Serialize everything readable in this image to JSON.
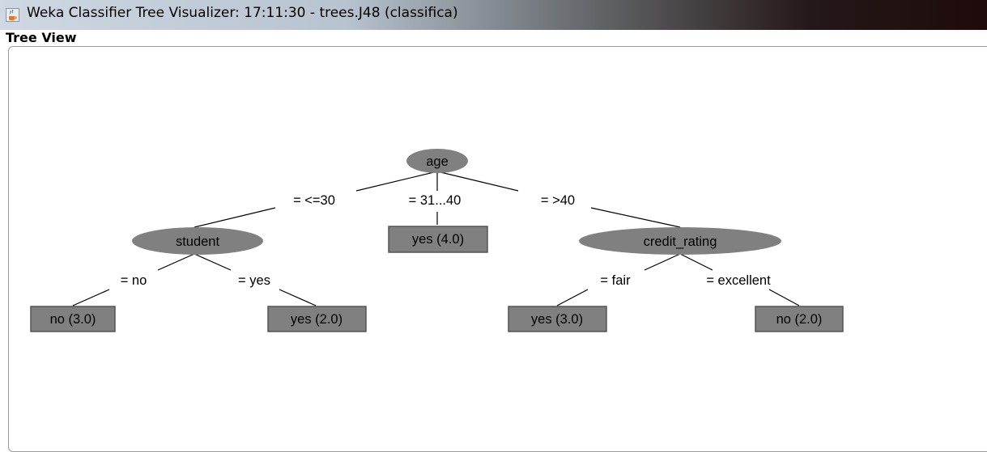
{
  "window": {
    "title": "Weka Classifier Tree Visualizer: 17:11:30 - trees.J48 (classifica)",
    "icon": "java-cup-icon"
  },
  "panel": {
    "label": "Tree View"
  },
  "tree": {
    "root": {
      "label": "age",
      "type": "internal"
    },
    "branches": {
      "age_le30": "= <=30",
      "age_31_40": "= 31...40",
      "age_gt40": "= >40",
      "student_no": "= no",
      "student_yes": "= yes",
      "credit_fair": "= fair",
      "credit_excellent": "= excellent"
    },
    "nodes": {
      "student": "student",
      "credit_rating": "credit_rating"
    },
    "leaves": {
      "age_31_40": "yes (4.0)",
      "student_no": "no (3.0)",
      "student_yes": "yes (2.0)",
      "credit_fair": "yes (3.0)",
      "credit_excellent": "no (2.0)"
    },
    "colors": {
      "node_fill": "#808080",
      "leaf_fill": "#808080",
      "edge": "#000000"
    }
  }
}
